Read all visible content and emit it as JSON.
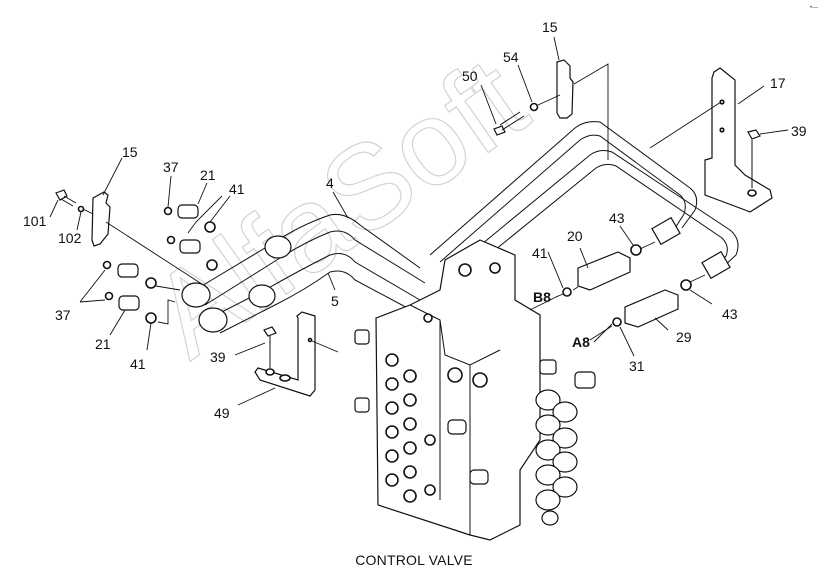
{
  "title": "CONTROL VALVE",
  "watermark": "AlfaSoft",
  "corner_mark": "•—",
  "callouts": {
    "c15_left": "15",
    "c101": "101",
    "c102": "102",
    "c37_top": "37",
    "c21_top": "21",
    "c41_top": "41",
    "c37_bottom": "37",
    "c21_bottom": "21",
    "c41_bottom": "41",
    "c4": "4",
    "c5": "5",
    "c39_left": "39",
    "c49": "49",
    "c50": "50",
    "c54": "54",
    "c15_right": "15",
    "c17": "17",
    "c39_right": "39",
    "c43_top": "43",
    "c20": "20",
    "c41_right": "41",
    "c43_bottom": "43",
    "c29": "29",
    "c31": "31"
  },
  "ports": {
    "b8": "B8",
    "a8": "A8"
  }
}
